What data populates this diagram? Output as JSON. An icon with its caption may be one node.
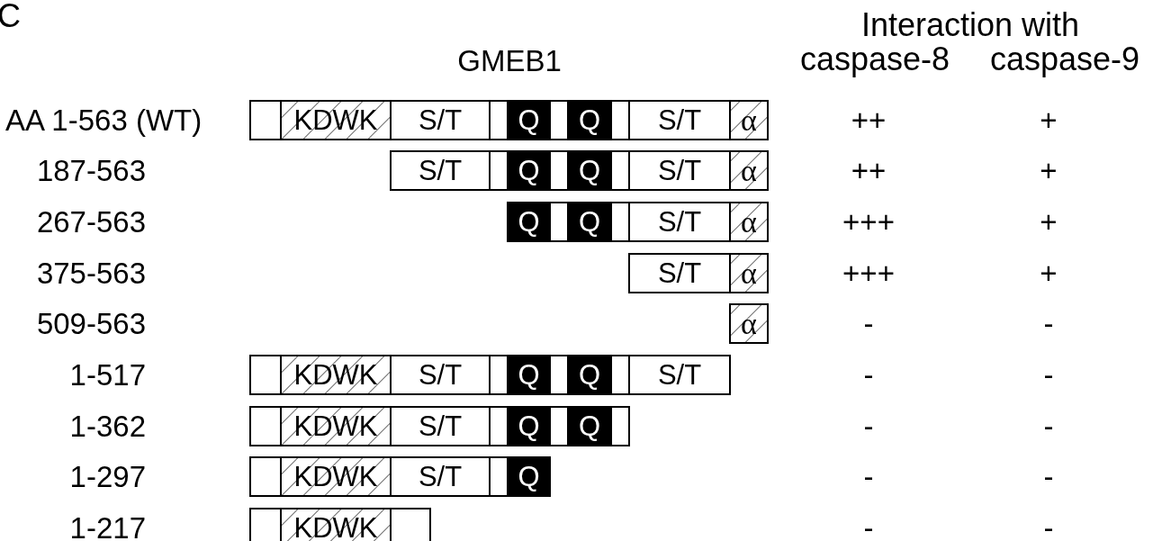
{
  "diagram": {
    "title": "GMEB1",
    "nodes": [
      {
        "text": [],
        "shape": "box"
      },
      {
        "text": [
          "KDWK"
        ]
      },
      {
        "text": [
          "S/T"
        ]
      },
      {
        "text": [],
        "shape": "box"
      },
      {
        "text": [
          "Q"
        ]
      },
      {
        "text": [],
        "shape": "box"
      },
      {
        "text": [
          "Q"
        ]
      },
      {
        "text": [],
        "shape": "box"
      },
      {
        "text": [
          "S/T"
        ]
      },
      {
        "text": [
          "α"
        ]
      },
      {
        "text": [
          "S/T"
        ]
      },
      {
        "text": [],
        "shape": "box"
      },
      {
        "text": [
          "Q"
        ]
      },
      {
        "text": [],
        "shape": "box"
      },
      {
        "text": [
          "Q"
        ]
      },
      {
        "text": [],
        "shape": "box"
      },
      {
        "text": [
          "S/T"
        ]
      },
      {
        "text": [
          "α"
        ]
      },
      {
        "text": [
          "Q"
        ]
      },
      {
        "text": [],
        "shape": "box"
      },
      {
        "text": [
          "Q"
        ]
      },
      {
        "text": [],
        "shape": "box"
      },
      {
        "text": [
          "S/T"
        ]
      },
      {
        "text": [
          "α"
        ]
      },
      {
        "text": [
          "S/T"
        ]
      },
      {
        "text": [
          "α"
        ]
      },
      {
        "text": [
          "α"
        ]
      },
      {
        "text": [],
        "shape": "box"
      },
      {
        "text": [
          "KDWK"
        ]
      },
      {
        "text": [
          "S/T"
        ]
      },
      {
        "text": [],
        "shape": "box"
      },
      {
        "text": [
          "Q"
        ]
      },
      {
        "text": [],
        "shape": "box"
      },
      {
        "text": [
          "Q"
        ]
      },
      {
        "text": [],
        "shape": "box"
      },
      {
        "text": [
          "S/T"
        ]
      },
      {
        "text": [],
        "shape": "box"
      },
      {
        "text": [
          "KDWK"
        ]
      },
      {
        "text": [
          "S/T"
        ]
      },
      {
        "text": [],
        "shape": "box"
      },
      {
        "text": [
          "Q"
        ]
      },
      {
        "text": [],
        "shape": "box"
      },
      {
        "text": [
          "Q"
        ]
      },
      {
        "text": [],
        "shape": "box"
      },
      {
        "text": [],
        "shape": "box"
      },
      {
        "text": [
          "KDWK"
        ]
      },
      {
        "text": [
          "S/T"
        ]
      },
      {
        "text": [],
        "shape": "box"
      },
      {
        "text": [
          "Q"
        ]
      },
      {
        "text": [],
        "shape": "box"
      },
      {
        "text": [
          "KDWK"
        ]
      },
      {
        "text": [],
        "shape": "box"
      }
    ],
    "labels": [
      "C",
      "Interaction with",
      "caspase-8",
      "caspase-9",
      "AA 1-563 (WT)",
      "++",
      "+",
      "187-563",
      "++",
      "+",
      "267-563",
      "+++",
      "+",
      "375-563",
      "+++",
      "+",
      "509-563",
      "-",
      "-",
      "1-517",
      "-",
      "-",
      "1-362",
      "-",
      "-",
      "1-297",
      "-",
      "-",
      "1-217",
      "-",
      "-"
    ]
  }
}
